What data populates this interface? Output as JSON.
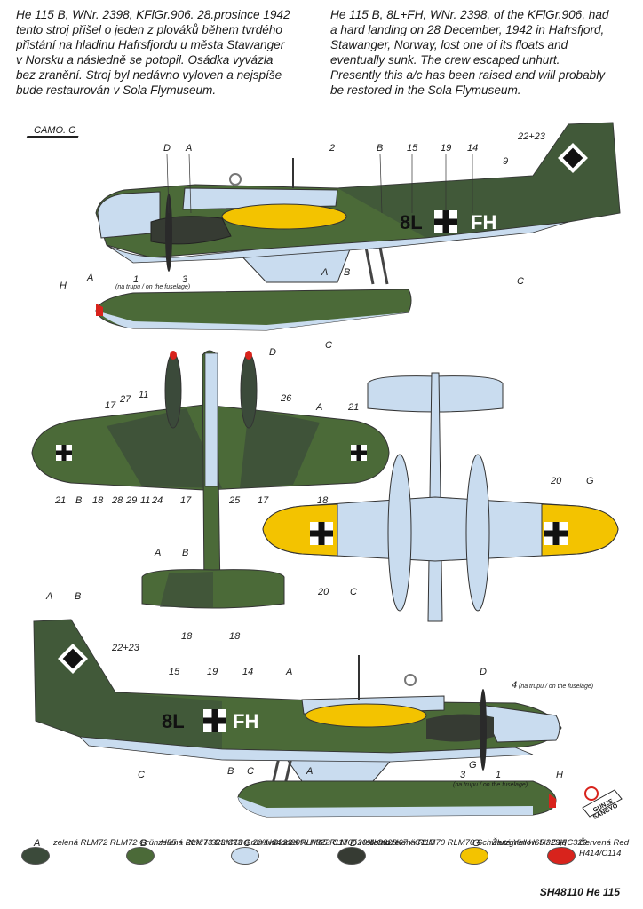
{
  "description_cz": "He 115 B, WNr. 2398, KFlGr.906. 28.prosince 1942\ntento stroj přišel o jeden z plováků během tvrdého\npřistání na hladinu Hafrsfjordu u města Stawanger\nv Norsku a následně se potopil. Osádka vyvázla\nbez zranění. Stroj byl nedávno vyloven a nejspíše\nbude restaurován v Sola Flymuseum.",
  "description_en": "He 115 B, 8L+FH, WNr. 2398, of the KFlGr.906, had\na hard landing on 28 December, 1942 in Hafrsfjord,\nStawanger, Norway, lost one of its floats and\neventually sunk. The crew escaped unhurt.\nPresently this a/c has been raised and will probably\nbe restored in the Sola Flymuseum.",
  "camo_label": "CAMO. C",
  "code_left": "8L",
  "code_right": "FH",
  "fuselage_note": "(na trupu / on the fuselage)",
  "callouts_top": [
    "D",
    "A",
    "2",
    "B",
    "15",
    "19",
    "14",
    "22+23",
    "9",
    "1",
    "3",
    "H",
    "A",
    "A",
    "B",
    "C",
    "C"
  ],
  "callouts_plan": [
    "17",
    "27",
    "11",
    "D",
    "26",
    "A",
    "21",
    "21",
    "B",
    "18",
    "28",
    "29",
    "11",
    "24",
    "17",
    "25",
    "17",
    "18",
    "A",
    "B",
    "18",
    "18"
  ],
  "callouts_under": [
    "20",
    "G",
    "20",
    "C"
  ],
  "callouts_bottom": [
    "A",
    "B",
    "22+23",
    "15",
    "19",
    "14",
    "A",
    "D",
    "4",
    "G",
    "3",
    "1",
    "B",
    "C",
    "A",
    "H",
    "C"
  ],
  "note_4": "(na trupu / on the fuselage)",
  "legend": [
    {
      "letter": "A",
      "text": "zelená RLM72\nRLM72 Grün\nH65 + 20% H323\nC18 + 20% C323",
      "color": "#3b4a3a"
    },
    {
      "letter": "B",
      "text": "zelená RLM73\nRLM73 Grün\nH64 + 20% H323\nC17 + 20% C323",
      "color": "#4b6a38"
    },
    {
      "letter": "C",
      "text": "sv.modrá RLM65\nRLM65 Hellblau\nH67 / C115",
      "color": "#c9dcef"
    },
    {
      "letter": "D",
      "text": "černozelená RLM70\nRLM70 Schwarzgrün\nH65 / C18",
      "color": "#363b33"
    },
    {
      "letter": "G",
      "text": "Žlutá\nYellow\nH329 / C329",
      "color": "#f3c300"
    },
    {
      "letter": "H",
      "text": "Červená\nRed\nH414/C114",
      "color": "#d8231c"
    }
  ],
  "footer": "SH48110 He 115",
  "logo_text": [
    "GUNZE",
    "SANGYO"
  ],
  "colors": {
    "rlm72": "#3b4a3a",
    "rlm73": "#4b6a38",
    "rlm65": "#c9dcef",
    "rlm70": "#363b33",
    "yellow": "#f3c300",
    "red": "#d8231c"
  }
}
